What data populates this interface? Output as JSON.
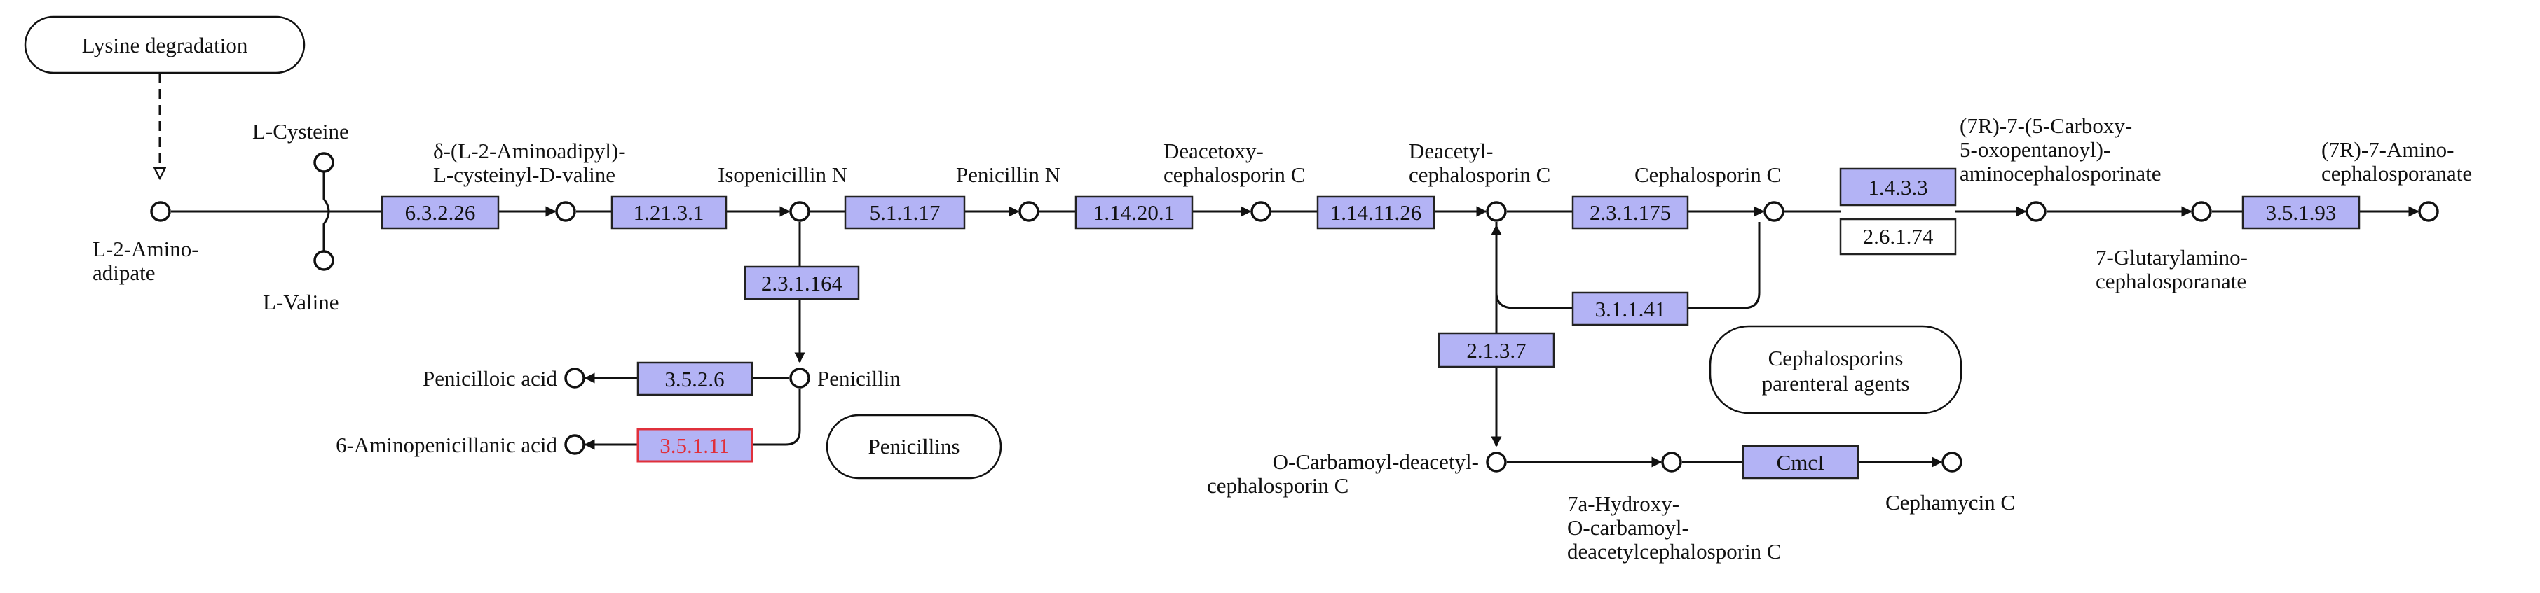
{
  "map_links": {
    "lysine": "Lysine degradation",
    "penicillins": "Penicillins",
    "cephalosporins": [
      "Cephalosporins",
      "parenteral agents"
    ]
  },
  "compounds": {
    "l_cysteine": "L-Cysteine",
    "acv": [
      "δ-(L-2-Aminoadipyl)-",
      "L-cysteinyl-D-valine"
    ],
    "isopenicillin_n": "Isopenicillin N",
    "penicillin_n": "Penicillin N",
    "daoc": [
      "Deacetoxy-",
      "cephalosporin C"
    ],
    "dac": [
      "Deacetyl-",
      "cephalosporin C"
    ],
    "cephalosporin_c": "Cephalosporin C",
    "carboxy": [
      "(7R)-7-(5-Carboxy-",
      "5-oxopentanoyl)-",
      "aminocephalosporinate"
    ],
    "amino_ceph": [
      "(7R)-7-Amino-",
      "cephalosporanate"
    ],
    "aminoadipate": [
      "L-2-Amino-",
      "adipate"
    ],
    "l_valine": "L-Valine",
    "glutaryl": [
      "7-Glutarylamino-",
      "cephalosporanate"
    ],
    "penicilloic": "Penicilloic acid",
    "penicillin": "Penicillin",
    "apa": "6-Aminopenicillanic acid",
    "carbamoyl": [
      "O-Carbamoyl-deacetyl-",
      "cephalosporin C"
    ],
    "hydroxy": [
      "7a-Hydroxy-",
      "O-carbamoyl-",
      "deacetylcephalosporin C"
    ],
    "cephamycin": "Cephamycin C"
  },
  "enzymes": {
    "e63226": "6.3.2.26",
    "e12131": "1.21.3.1",
    "e51117": "5.1.1.17",
    "e114201": "1.14.20.1",
    "e1141126": "1.14.11.26",
    "e231175": "2.3.1.175",
    "e1433": "1.4.3.3",
    "e26174": "2.6.1.74",
    "e35193": "3.5.1.93",
    "e231164": "2.3.1.164",
    "e3526": "3.5.2.6",
    "e35111": "3.5.1.11",
    "e31141": "3.1.1.41",
    "e2137": "2.1.3.7",
    "cmci": "CmcI"
  },
  "colors": {
    "enzyme_fill": "#b3b3f5",
    "highlight_text": "#e0303b",
    "line": "#111111"
  }
}
